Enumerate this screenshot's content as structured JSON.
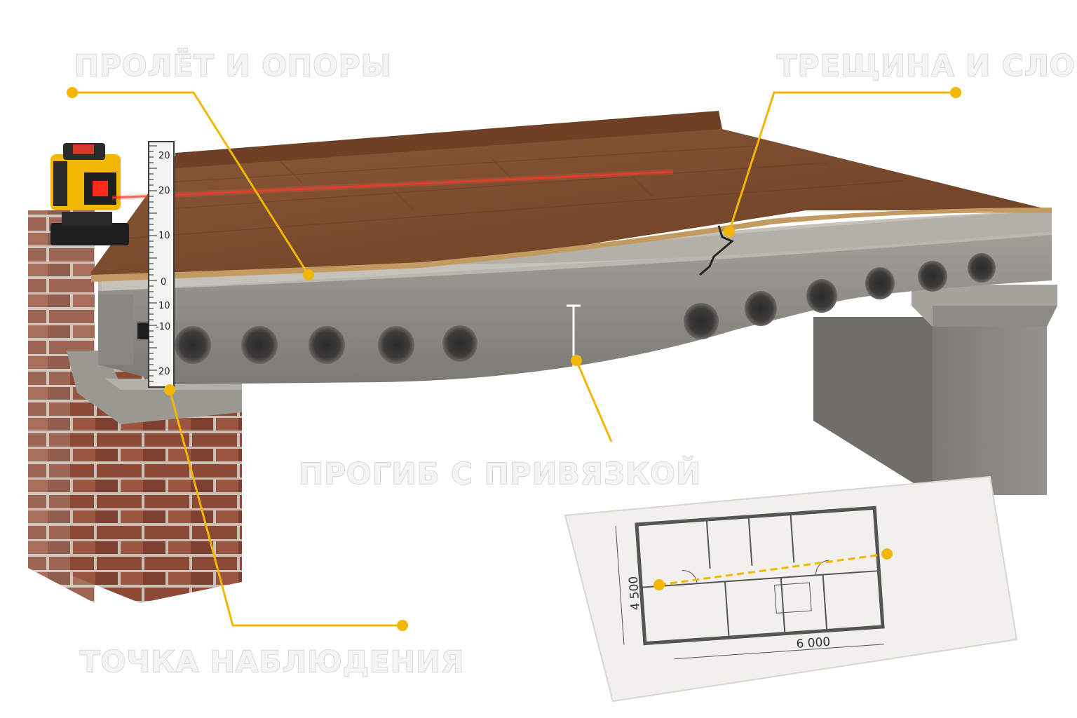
{
  "callouts": {
    "span_supports": "ПРОЛЁТ И ОПОРЫ",
    "crack_layer": "ТРЕЩИНА И СЛОЙ",
    "deflection": "ПРОГИБ С ПРИВЯЗКОЙ",
    "observation_point": "ТОЧКА НАБЛЮДЕНИЯ"
  },
  "ruler": {
    "ticks": [
      "20",
      "20",
      "10",
      "0",
      "10",
      "-10",
      "20"
    ]
  },
  "plan": {
    "dim_width": "6 000",
    "dim_height": "4 500"
  },
  "colors": {
    "accent": "#f2b705",
    "laser": "#ff2a1a",
    "brick": "#8b4a36",
    "concrete": "#8e8e89",
    "wood": "#7a4a2c"
  },
  "icons": [
    "laser-level-icon"
  ]
}
